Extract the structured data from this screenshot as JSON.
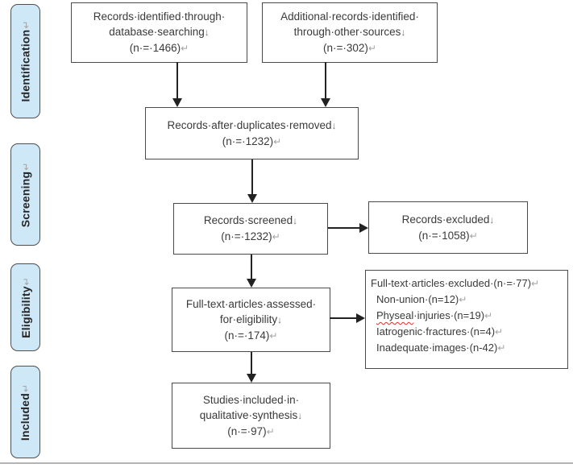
{
  "marks": {
    "line_break": "↓",
    "paragraph": "↵"
  },
  "colors": {
    "stage_fill": "#cfe8f8",
    "stage_border": "#4f4f4f",
    "box_border": "#4a4a4a",
    "text": "#3a3a3a",
    "connector": "#222222",
    "mark_line_break": "#757575",
    "mark_return": "#a3a3a3",
    "spell": "#d93025",
    "page_edge": "#b3b3b3"
  },
  "sidebar": {
    "stages": [
      {
        "label": "Identification"
      },
      {
        "label": "Screening"
      },
      {
        "label": "Eligibility"
      },
      {
        "label": "Included"
      }
    ]
  },
  "flow": {
    "records_identified": {
      "lines": [
        {
          "t": "Records·identified·through·"
        },
        {
          "t": "database·searching"
        },
        {
          "t": "(n·=·1466)"
        }
      ]
    },
    "additional_records": {
      "lines": [
        {
          "t": "Additional·records·identified·"
        },
        {
          "t": "through·other·sources"
        },
        {
          "t": "(n·=·302)"
        }
      ]
    },
    "after_duplicates": {
      "lines": [
        {
          "t": "Records·after·duplicates·removed"
        },
        {
          "t": "(n·=·1232)"
        }
      ]
    },
    "screened": {
      "lines": [
        {
          "t": "Records·screened"
        },
        {
          "t": "(n·=·1232)"
        }
      ]
    },
    "records_excluded": {
      "lines": [
        {
          "t": "Records·excluded"
        },
        {
          "t": "(n·=·1058)"
        }
      ]
    },
    "fulltext_assessed": {
      "lines": [
        {
          "t": "Full-text·articles·assessed·"
        },
        {
          "t": "for·eligibility"
        },
        {
          "t": "(n·=·174)"
        }
      ]
    },
    "fulltext_excluded": {
      "lines": [
        {
          "t": "Full-text·articles·excluded·(n·=·77)"
        },
        {
          "t": "Non-union·(n=12)"
        },
        {
          "t1": "Physeal",
          "t2": "·injuries·(n=19)"
        },
        {
          "t": "Iatrogenic·fractures·(n=4)"
        },
        {
          "t": "Inadequate·images·(n-42)"
        }
      ]
    },
    "studies_included": {
      "lines": [
        {
          "t": "Studies·included·in·"
        },
        {
          "t": "qualitative·synthesis"
        },
        {
          "t": "(n·=·97)"
        }
      ]
    }
  }
}
